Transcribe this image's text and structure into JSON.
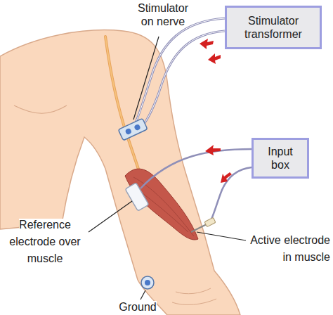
{
  "diagram": {
    "nodes": [
      {
        "text": [
          "Stimulator transformer"
        ]
      },
      {
        "text": [
          "Input box"
        ]
      }
    ],
    "labels": [
      "Stimulator on nerve",
      "Reference electrode over muscle",
      "Active electrode in muscle",
      "Ground"
    ]
  }
}
